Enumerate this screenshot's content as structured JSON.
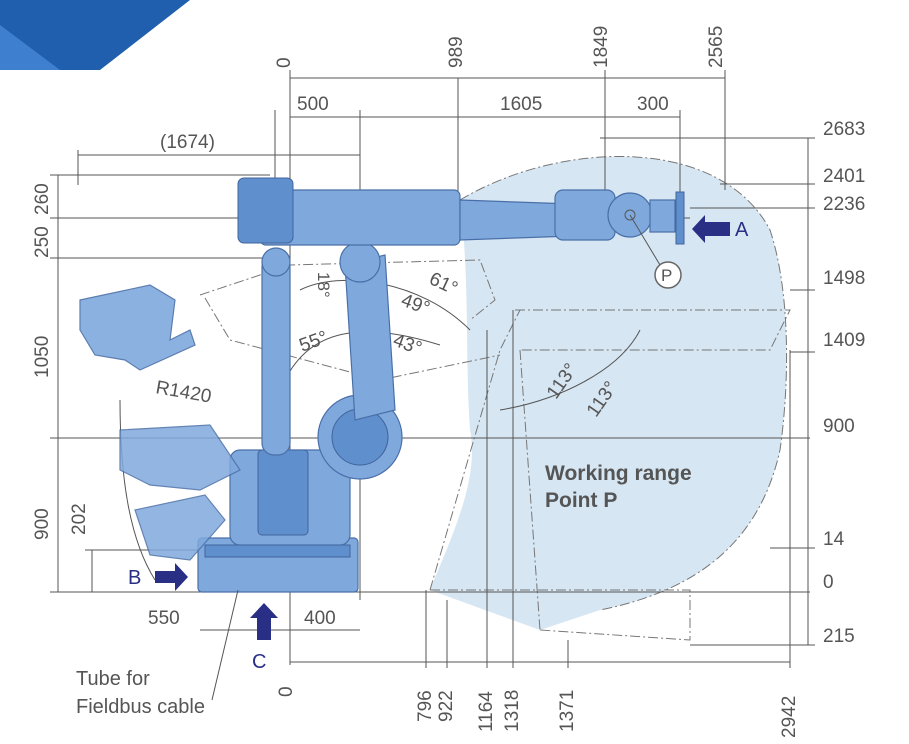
{
  "colors": {
    "banner": "#1f5fae",
    "robot": "#7fa9dd",
    "working_area": "#d6e6f3",
    "arrow": "#2a2f86",
    "dimension": "#555555"
  },
  "top_dims": {
    "zero": "0",
    "d989": "989",
    "d1849": "1849",
    "d2565": "2565",
    "d500": "500",
    "d1605": "1605",
    "d300": "300",
    "d1674": "(1674)"
  },
  "right_dims": {
    "d2683": "2683",
    "d2401": "2401",
    "d2236": "2236",
    "d1498": "1498",
    "d1409": "1409",
    "d900": "900",
    "d14": "14",
    "d0": "0",
    "d215": "215"
  },
  "left_dims": {
    "d260": "260",
    "d250": "250",
    "d1050": "1050",
    "d900": "900",
    "d202": "202"
  },
  "bottom_dims": {
    "zero": "0",
    "d796": "796",
    "d922": "922",
    "d1164": "1164",
    "d1318": "1318",
    "d1371": "1371",
    "d2942": "2942",
    "d550": "550",
    "d400": "400"
  },
  "angles": {
    "a18": "18°",
    "a61": "61°",
    "a49": "49°",
    "a55": "55°",
    "a43": "43°",
    "a113a": "113°",
    "a113b": "113°"
  },
  "radius": "R1420",
  "labels": {
    "A": "A",
    "B": "B",
    "C": "C",
    "P": "P",
    "working_line1": "Working range",
    "working_line2": "Point P",
    "tube_line1": "Tube for",
    "tube_line2": "Fieldbus cable"
  }
}
